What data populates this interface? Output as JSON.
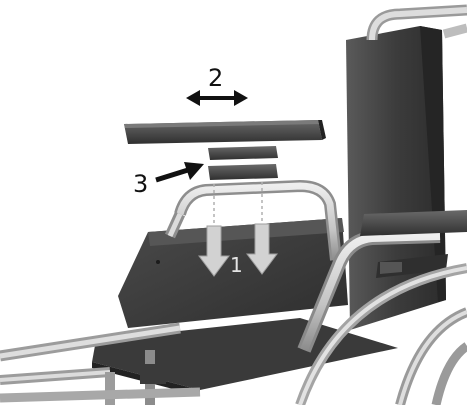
{
  "illustration": {
    "subject": "wheelchair-armrest-assembly",
    "palette": {
      "frame": "#cfcfcf",
      "frame_shadow": "#8a8a8a",
      "panel": "#3d3d3d",
      "panel_dark": "#2a2a2a",
      "pad": "#4a4a4a",
      "seat": "#3a3a3a",
      "arrow_black": "#111111",
      "arrow_grey": "#d0d0d0"
    }
  },
  "step_labels": {
    "step1": "1",
    "step2": "2",
    "step3": "3"
  }
}
